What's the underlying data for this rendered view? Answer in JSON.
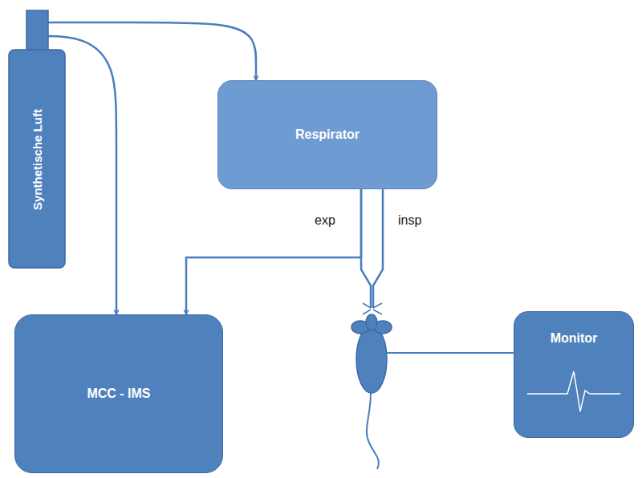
{
  "diagram": {
    "nodes": [
      {
        "text": [
          "Synthetische Luft"
        ]
      },
      {
        "text": [
          "Respirator"
        ]
      },
      {
        "text": [
          "MCC - IMS"
        ]
      },
      {
        "text": [
          "Monitor"
        ]
      }
    ],
    "edges": [
      {
        "from": 0,
        "to": 1,
        "arrow": "to"
      },
      {
        "from": 0,
        "to": 2,
        "arrow": "to"
      },
      {
        "from": 1,
        "to": 2,
        "arrow": "to"
      }
    ],
    "labels": [
      "exp",
      "insp"
    ]
  }
}
